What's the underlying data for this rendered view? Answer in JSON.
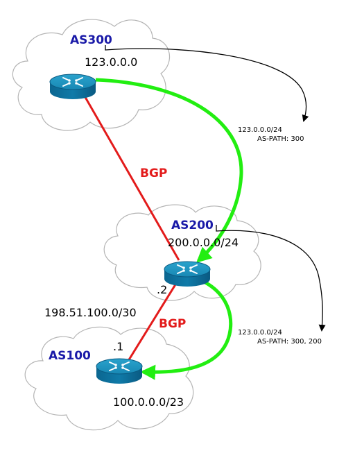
{
  "colors": {
    "as_label": "#1a1aa8",
    "bgp_link": "#e31b1b",
    "route_advert": "#22ee11",
    "cloud_stroke": "#b4b4b4",
    "router_top": "#1d8fb8",
    "router_body": "#0a5f8a"
  },
  "autonomous_systems": [
    {
      "id": "as300",
      "label": "AS300",
      "prefix": "123.0.0.0"
    },
    {
      "id": "as200",
      "label": "AS200",
      "prefix": "200.0.0.0/24"
    },
    {
      "id": "as100",
      "label": "AS100",
      "prefix": "100.0.0.0/23"
    }
  ],
  "links": [
    {
      "id": "bgp-300-200",
      "label": "BGP"
    },
    {
      "id": "bgp-200-100",
      "label": "BGP",
      "subnet": "198.51.100.0/30",
      "as200_side": ".2",
      "as100_side": ".1"
    }
  ],
  "advertisements": [
    {
      "id": "adv-300-to-200",
      "prefix": "123.0.0.0/24",
      "as_path": "AS-PATH: 300"
    },
    {
      "id": "adv-200-to-100",
      "prefix": "123.0.0.0/24",
      "as_path": "AS-PATH: 300, 200"
    }
  ]
}
